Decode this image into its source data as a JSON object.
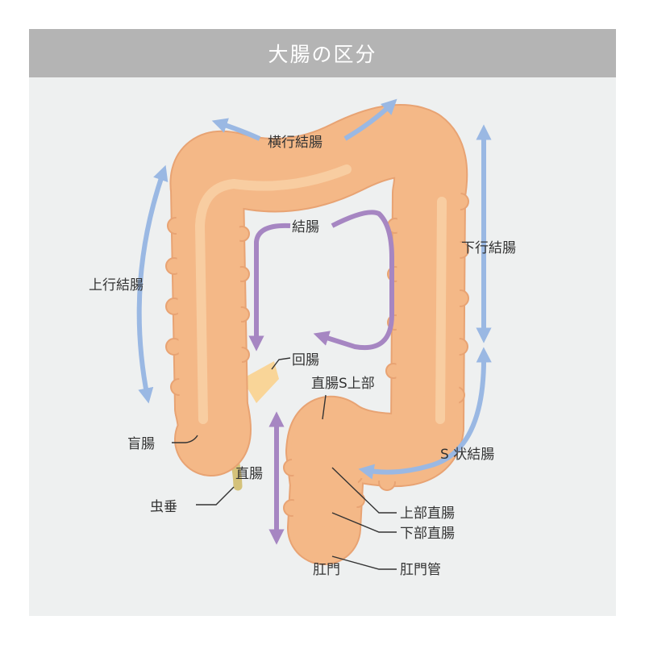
{
  "title": "大腸の区分",
  "labels": {
    "transverse": "横行結腸",
    "ascending": "上行結腸",
    "descending": "下行結腸",
    "colon": "結腸",
    "ileum": "回腸",
    "rectosigmoid": "直腸S上部",
    "cecum": "盲腸",
    "rectum": "直腸",
    "sigmoid": "S 状結腸",
    "appendix": "虫垂",
    "upper_rectum": "上部直腸",
    "lower_rectum": "下部直腸",
    "anus": "肛門",
    "anal_canal": "肛門管"
  },
  "colors": {
    "colon_fill": "#f4b887",
    "colon_outline": "#e8a373",
    "colon_highlight": "#f8cfa4",
    "ileum": "#f9d598",
    "appendix": "#d4c27a",
    "blue_arrow": "#9ab8e3",
    "purple_arrow": "#a686c2",
    "header_bg": "#b4b4b4",
    "panel_bg": "#eef0f0"
  }
}
